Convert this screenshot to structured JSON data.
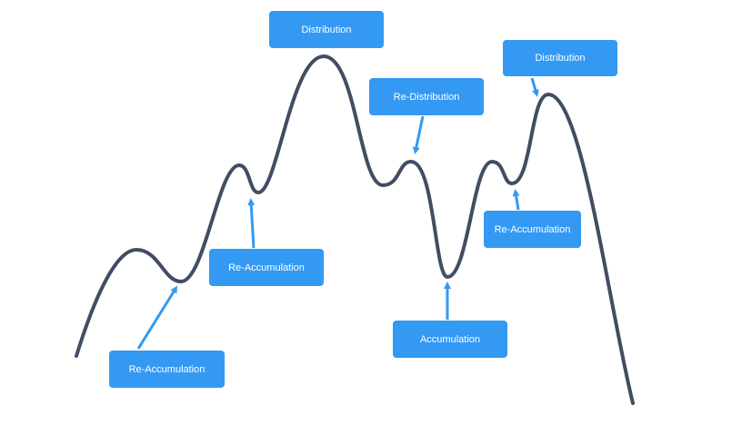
{
  "colors": {
    "curve": "#414d63",
    "label_bg": "#3399f3",
    "label_text": "#ffffff",
    "arrow": "#3399f3"
  },
  "labels": {
    "distribution_1": "Distribution",
    "distribution_2": "Distribution",
    "redistribution": "Re-Distribution",
    "reaccumulation_1": "Re-Accumulation",
    "reaccumulation_2": "Re-Accumulation",
    "reaccumulation_3": "Re-Accumulation",
    "accumulation": "Accumulation"
  }
}
